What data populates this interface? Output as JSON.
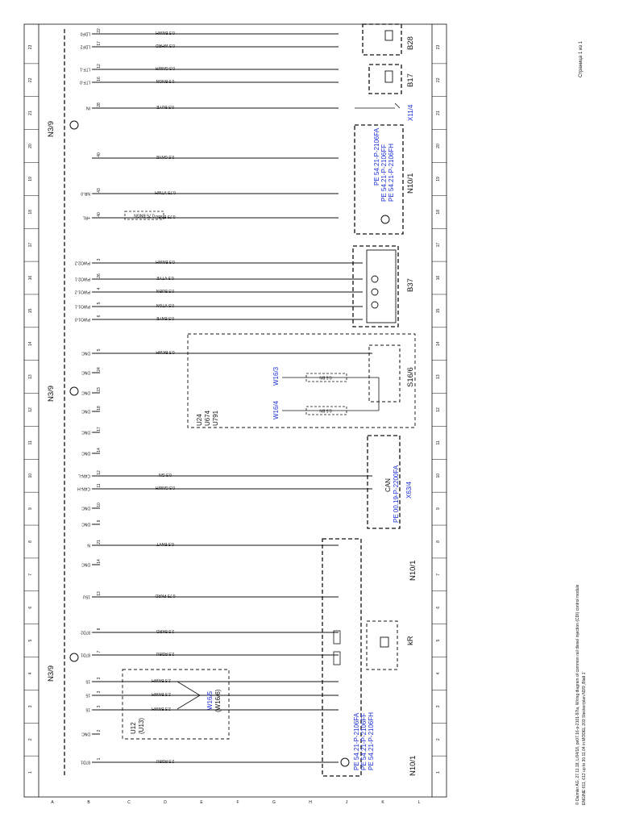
{
  "footer": {
    "page": "Страница 1 из 1",
    "legal": "© Daimler AG, 27.11.18, L/04/18, pe07.16-p-2101-97la, Wiring diagram of common rail diesel injection (CDI) control module",
    "model": "ENGINE 611, 612 up to 30.11.04 in MODEL 203 Stecker/plan N3/9 ‚Blatt 1'"
  },
  "row_letters": [
    "A",
    "B",
    "C",
    "D",
    "E",
    "F",
    "G",
    "H",
    "J",
    "K",
    "L"
  ],
  "column_numbers": [
    "1",
    "2",
    "3",
    "4",
    "5",
    "6",
    "7",
    "8",
    "9",
    "10",
    "11",
    "12",
    "13",
    "14",
    "15",
    "16",
    "17",
    "18",
    "19",
    "20",
    "21",
    "22",
    "23"
  ],
  "ecu": {
    "name": "N3/9"
  },
  "ecu_pins": [
    {
      "sig": "87D1",
      "pin": "1",
      "wire": "2.5 RDBU"
    },
    {
      "sig": "DNC",
      "pin": "2",
      "wire": ""
    },
    {
      "sig": "15",
      "pin": "3",
      "wire": "2.5 BNWH"
    },
    {
      "sig": "15",
      "pin": "3",
      "wire": "2.5 BNWH"
    },
    {
      "sig": "15",
      "pin": "3",
      "wire": "2.5 BNWH"
    },
    {
      "sig": "87D1",
      "pin": "7",
      "wire": "2.5 RDBU"
    },
    {
      "sig": "87D2",
      "pin": "8",
      "wire": "2.5 BKRD"
    },
    {
      "sig": "15U",
      "pin": "13",
      "wire": "0.75 PKRD"
    },
    {
      "sig": "DNC",
      "pin": "14",
      "wire": ""
    },
    {
      "sig": "N",
      "pin": "21",
      "wire": "0.5 BNVT"
    },
    {
      "sig": "DNC",
      "pin": "9",
      "wire": ""
    },
    {
      "sig": "DNC",
      "pin": "10",
      "wire": ""
    },
    {
      "sig": "CAN-H",
      "pin": "11",
      "wire": "0.5 GNWH"
    },
    {
      "sig": "CAN-L",
      "pin": "12",
      "wire": "0.5 GN"
    },
    {
      "sig": "DNC",
      "pin": "14",
      "wire": ""
    },
    {
      "sig": "DNC",
      "pin": "17",
      "wire": ""
    },
    {
      "sig": "DNC",
      "pin": "18",
      "wire": ""
    },
    {
      "sig": "DNC",
      "pin": "23",
      "wire": ""
    },
    {
      "sig": "DNC",
      "pin": "24",
      "wire": ""
    },
    {
      "sig": "DNC",
      "pin": "5",
      "wire": "0.5 BKWH"
    },
    {
      "sig": "PWO1-0",
      "pin": "6",
      "wire": "0.5 BNYE"
    },
    {
      "sig": "PWO1-1",
      "pin": "5",
      "wire": "0.5 VTGN"
    },
    {
      "sig": "PWO1-2",
      "pin": "4",
      "wire": "0.5 BUBN"
    },
    {
      "sig": "PWO2-1",
      "pin": "26",
      "wire": "0.5 VTYE"
    },
    {
      "sig": "PWO2-2",
      "pin": "3",
      "wire": "0.5 BNWH"
    },
    {
      "sig": "+RL",
      "pin": "40",
      "wire": "0.75 BNBU"
    },
    {
      "sig": "NR-0",
      "pin": "43",
      "wire": "0.75 VTWH"
    },
    {
      "sig": "",
      "pin": "40",
      "wire": "0.5 GNYE"
    },
    {
      "sig": "IN",
      "pin": "28",
      "wire": "0.5 BUYE"
    },
    {
      "sig": "LTF-0",
      "pin": "16",
      "wire": "0.5 BNGN"
    },
    {
      "sig": "LTF-1",
      "pin": "12",
      "wire": "0.5 GNWH"
    },
    {
      "sig": "LDF2",
      "pin": "17",
      "wire": "0.5 WHRD"
    },
    {
      "sig": "LDF0",
      "pin": "22",
      "wire": "0.5 BNWH"
    }
  ],
  "components": {
    "n10_1": "N10/1",
    "w16_5": "W16/5",
    "w16_6": "(W16/6)",
    "u12": "U12",
    "u13": "(U13)",
    "kr": "kR",
    "can_label": "CAN",
    "x63_4": "X63/4",
    "pe_can": "PE 00.19-P-2200FA",
    "w16_4": "W16/4",
    "w16_3": "W16/3",
    "s16_6": "S16/6",
    "u24": "U24",
    "u674": "U674",
    "u791": "U791",
    "b37": "B37",
    "x11_4": "X11/4",
    "b17": "B17",
    "b28": "B28",
    "pe_a": "PE 54.21-P-2106FA",
    "pe_b": "PE 54.21-P-2106FF",
    "pe_c": "PE 54.21-P-2106FH",
    "wire_u13": "0.5 BN",
    "wire_u12": "0.5 BN",
    "fuse_u13": "U13",
    "fuse_u12": "U12",
    "wire_bngn": "0.75 BNGN",
    "wire_bnbu": "0.75 BNBU"
  },
  "colors": {
    "line": "#111111",
    "reference": "#1b2fd8",
    "background": "#ffffff"
  }
}
